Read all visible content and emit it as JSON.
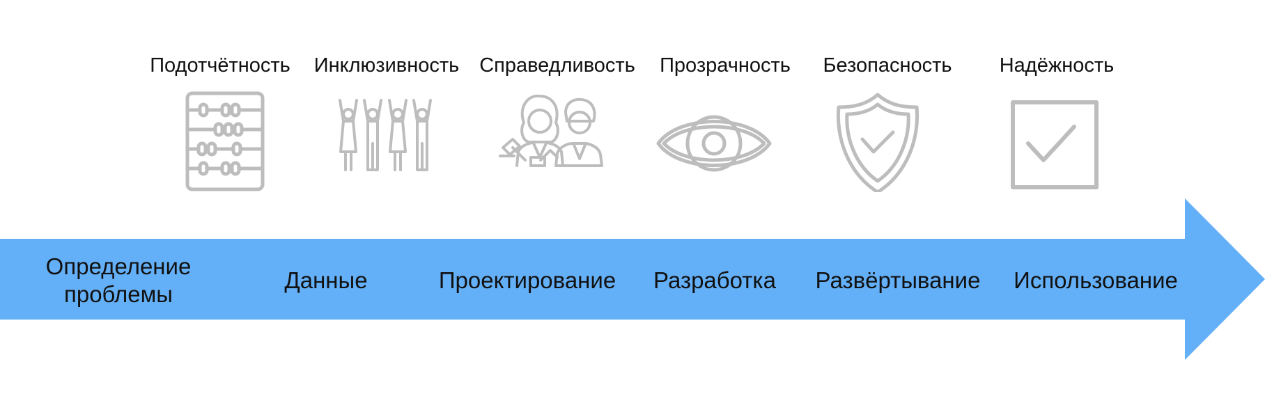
{
  "principles": [
    {
      "label": "Подотчётность",
      "icon": "abacus-icon"
    },
    {
      "label": "Инклюзивность",
      "icon": "people-raising-hands-icon"
    },
    {
      "label": "Справедливость",
      "icon": "judge-and-defendant-icon"
    },
    {
      "label": "Прозрачность",
      "icon": "eye-icon"
    },
    {
      "label": "Безопасность",
      "icon": "shield-check-icon"
    },
    {
      "label": "Надёжность",
      "icon": "checkbox-checked-icon"
    }
  ],
  "stages": [
    {
      "label": "Определение\nпроблемы"
    },
    {
      "label": "Данные"
    },
    {
      "label": "Проектирование"
    },
    {
      "label": "Разработка"
    },
    {
      "label": "Развёртывание"
    },
    {
      "label": "Использование"
    }
  ],
  "colors": {
    "arrow": "#64b0f8",
    "icon_stroke": "#bdbdbd",
    "text": "#111111"
  }
}
